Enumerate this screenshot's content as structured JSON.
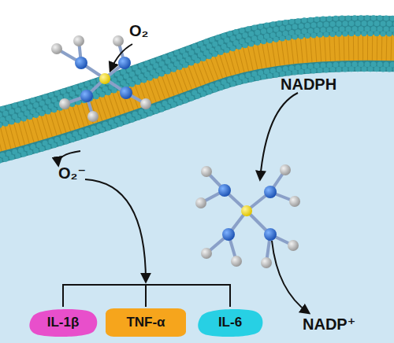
{
  "diagram": {
    "nodes": [
      {
        "text": [
          "IL-1β"
        ]
      },
      {
        "text": [
          "TNF-α"
        ]
      },
      {
        "text": [
          "IL-6"
        ]
      }
    ],
    "labels": [
      "O₂",
      "NADPH",
      "O₂⁻",
      "NADP⁺"
    ]
  }
}
